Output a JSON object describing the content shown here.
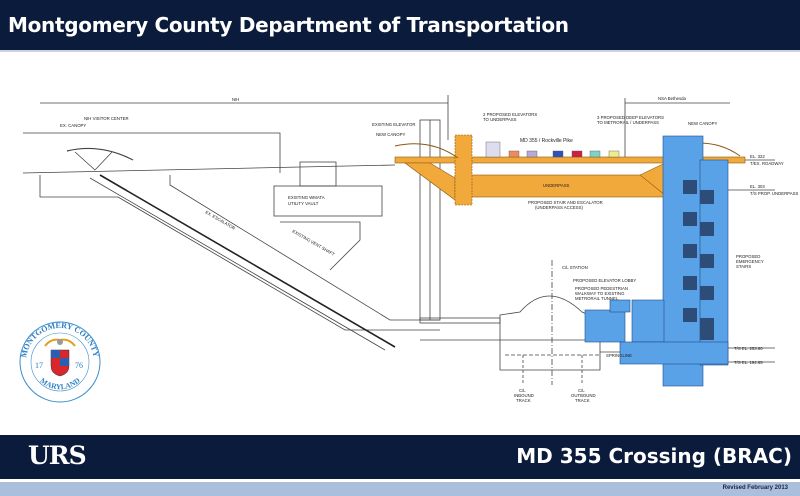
{
  "header": {
    "title": "Montgomery County Department of Transportation"
  },
  "diagram": {
    "labels": {
      "nih": "NIH",
      "nsa": "NSA Bethesda",
      "nih_visitor_center": "NIH VISITOR CENTER",
      "ex_canopy": "EX. CANOPY",
      "ex_escalator": "EX. ESCALATOR",
      "utility_vault_1": "EXISTING WMATA",
      "utility_vault_2": "UTILITY VAULT",
      "vent_shaft": "EXISTING VENT SHAFT",
      "existing_elevator": "EXISTING ELEVATOR",
      "new_canopy_left": "NEW CANOPY",
      "proposed_elevators_1": "2 PROPOSED ELEVATORS",
      "proposed_elevators_2": "TO UNDERPASS",
      "road": "MD 355 / Rockville Pike",
      "deep_elevators_1": "3 PROPOSED DEEP ELEVATORS",
      "deep_elevators_2": "TO METRORAIL / UNDERPASS",
      "new_canopy_right": "NEW CANOPY",
      "underpass": "UNDERPASS",
      "stair_escalator_1": "PROPOSED STAIR AND ESCALATOR",
      "stair_escalator_2": "(UNDERPASS ACCESS)",
      "el_322": "EL. 322",
      "t_ex_roadway": "T/EX. ROADWAY",
      "el_303": "EL. 303",
      "t_s_prop_underpass": "T/S PROP. UNDERPASS",
      "emergency_stairs_1": "PROPOSED",
      "emergency_stairs_2": "EMERGENCY",
      "emergency_stairs_3": "STAIRS",
      "cl_station": "C/L STATION",
      "elevator_lobby": "PROPOSED ELEVATOR LOBBY",
      "walkway_1": "PROPOSED PEDESTRIAN",
      "walkway_2": "WALKWAY TO EXISTING",
      "walkway_3": "METRORAIL TUNNEL",
      "springline": "SPRINGLINE",
      "ts_el_253": "T/S EL. 253.80",
      "ts_el_194": "T/S EL. 194.65",
      "inbound_1": "C/L",
      "inbound_2": "INBOUND",
      "inbound_3": "TRACK",
      "outbound_1": "C/L",
      "outbound_2": "OUTBOUND",
      "outbound_3": "TRACK"
    },
    "colors": {
      "proposed_underpass": "#f2a93b",
      "proposed_elevators": "#5aa2e8",
      "stairs": "#2d4d78"
    }
  },
  "seal": {
    "top": "MONTGOMERY COUNTY",
    "bottom": "MARYLAND",
    "year_left": "17",
    "year_right": "76"
  },
  "footer": {
    "logo": "URS",
    "project": "MD 355 Crossing (BRAC)",
    "revised": "Revised  February 2013"
  }
}
